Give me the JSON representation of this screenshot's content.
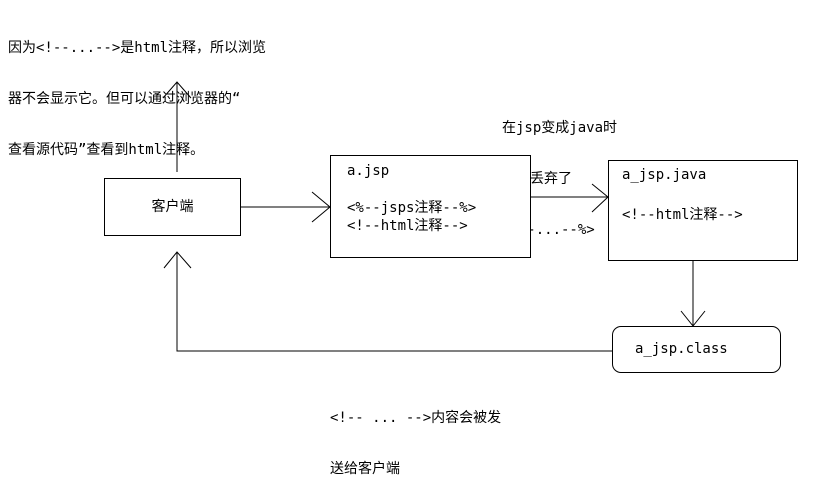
{
  "notes": {
    "top_left": [
      "因为<!--...-->是html注释，所以浏览",
      "器不会显示它。但可以通过浏览器的“",
      "查看源代码”查看到html注释。"
    ],
    "top_middle": [
      "在jsp变成java时",
      "已经丢弃了",
      "<%--...--%>"
    ],
    "bottom": [
      "<!-- ... -->内容会被发",
      "送给客户端"
    ]
  },
  "nodes": {
    "client": {
      "label": "客户端"
    },
    "ajsp": {
      "title": "a.jsp",
      "lines": [
        "<%--jsps注释--%>",
        "<!--html注释-->"
      ]
    },
    "ajspjava": {
      "title": "a_jsp.java",
      "lines": [
        "<!--html注释-->"
      ]
    },
    "ajspclass": {
      "label": "a_jsp.class"
    }
  }
}
